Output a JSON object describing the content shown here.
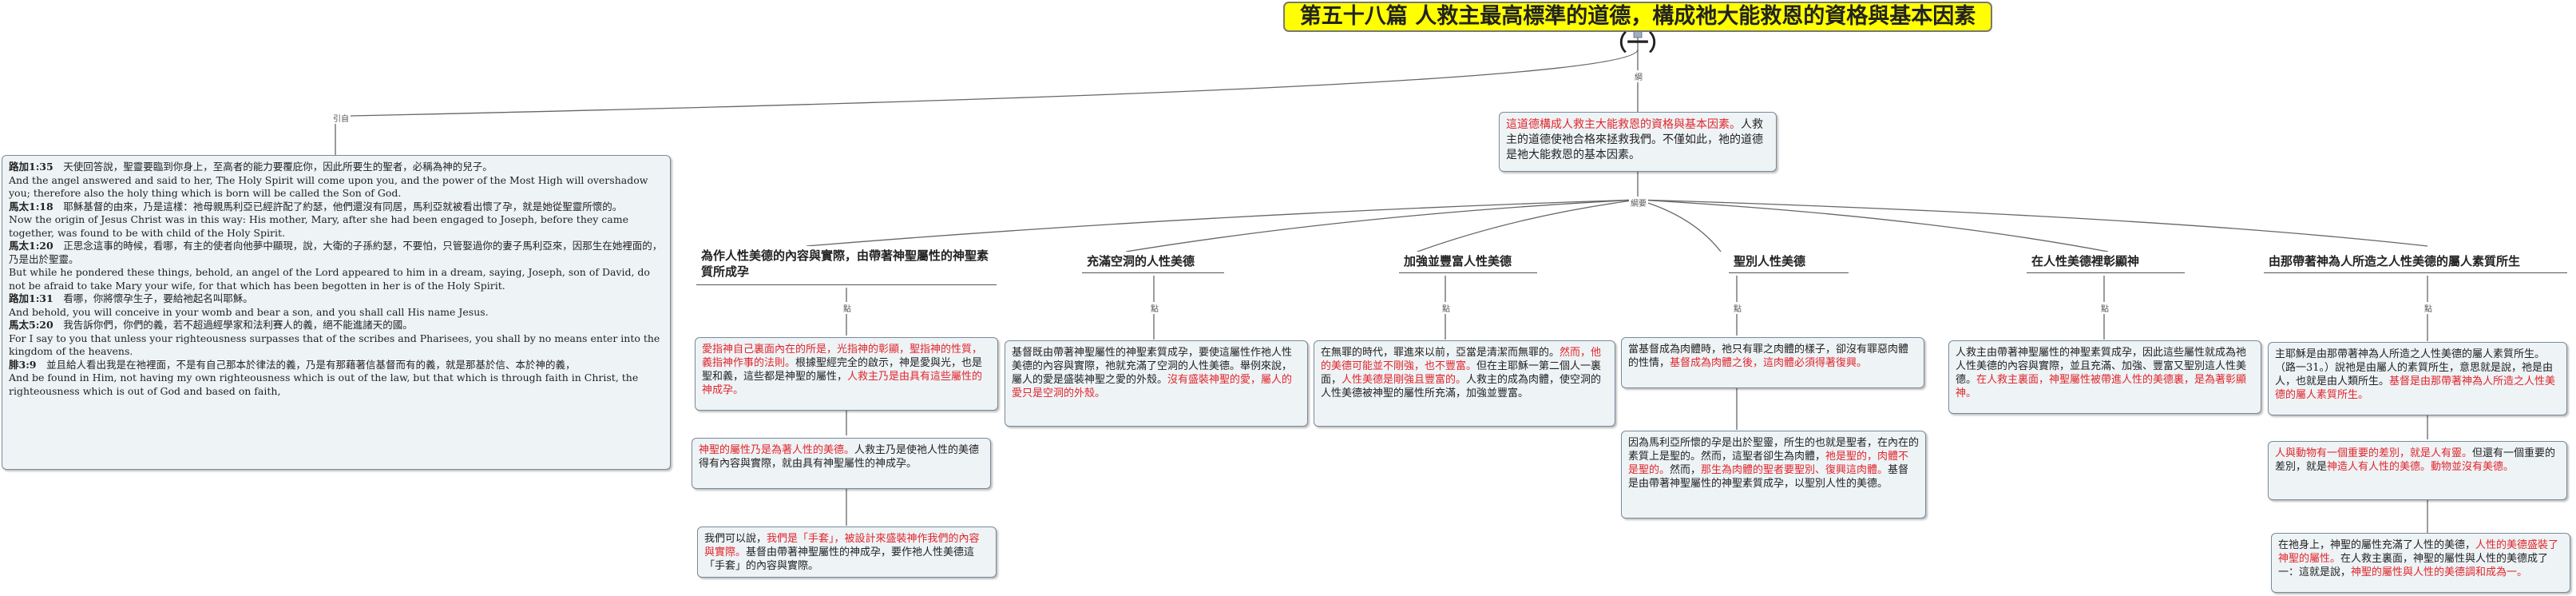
{
  "title": "第五十八篇 人救主最高標準的道德，構成祂大能救恩的資格與基本因素（一）",
  "edge_labels": {
    "cite": "引自",
    "outline": "綱",
    "main": "綱要",
    "point": "點"
  },
  "left_box": [
    {
      "ref": "路加1:35",
      "text": "　天使回答說，聖靈要臨到你身上，至高者的能力要覆庇你，因此所要生的聖者，必稱為神的兒子。"
    },
    {
      "ref": "",
      "text": "And the angel answered and said to her, The Holy Spirit will come upon you, and the power of the Most High will overshadow you; therefore also the holy thing which is born will be called the Son of God."
    },
    {
      "ref": "馬太1:18",
      "text": "　耶穌基督的由來，乃是這樣：祂母親馬利亞已經許配了約瑟，他們還沒有同居，馬利亞就被看出懷了孕，就是她從聖靈所懷的。"
    },
    {
      "ref": "",
      "text": "Now the origin of Jesus Christ was in this way: His mother, Mary, after she had been engaged to Joseph, before they came together, was found to be with child of the Holy Spirit."
    },
    {
      "ref": "馬太1:20",
      "text": "　正思念這事的時候，看哪，有主的使者向他夢中顯現，說，大衛的子孫約瑟，不要怕，只管娶過你的妻子馬利亞來，因那生在她裡面的，乃是出於聖靈。"
    },
    {
      "ref": "",
      "text": "But while he pondered these things, behold, an angel of the Lord appeared to him in a dream, saying, Joseph, son of David, do not be afraid to take Mary your wife, for that which has been begotten in her is of the Holy Spirit."
    },
    {
      "ref": "路加1:31",
      "text": "　看哪，你將懷孕生子，要給祂起名叫耶穌。"
    },
    {
      "ref": "",
      "text": "And behold, you will conceive in your womb and bear a son, and you shall call His name Jesus."
    },
    {
      "ref": "馬太5:20",
      "text": "　我告訴你們，你們的義，若不超過經學家和法利賽人的義，絕不能進諸天的國。"
    },
    {
      "ref": "",
      "text": "For I say to you that unless your righteousness surpasses that of the scribes and Pharisees, you shall by no means enter into the kingdom of the heavens."
    },
    {
      "ref": "腓3:9",
      "text": "　並且給人看出我是在祂裡面，不是有自己那本於律法的義，乃是有那藉著信基督而有的義，就是那基於信、本於神的義，"
    },
    {
      "ref": "",
      "text": "And be found in Him, not having my own righteousness which is out of the law, but that which is through faith in Christ, the righteousness which is out of God and based on faith,"
    }
  ],
  "center_box": {
    "red": "這道德構成人救主大能救恩的資格與基本因素。",
    "normal": "人救主的道德使祂合格來拯救我們。不僅如此，祂的道德是祂大能救恩的基本因素。"
  },
  "categories": [
    {
      "title": "為作人性美德的內容與實際，由帶著神聖屬性的神聖素質所成孕"
    },
    {
      "title": "充滿空洞的人性美德"
    },
    {
      "title": "加強並豐富人性美德"
    },
    {
      "title": "聖別人性美德"
    },
    {
      "title": "在人性美德裡彰顯神"
    },
    {
      "title": "由那帶著神為人所造之人性美德的屬人素質所生"
    }
  ],
  "cat1_box1": {
    "red1": "愛指神自己裏面內在的所是，光指神的彰顯，聖指神的性質，義指神作事的法則。",
    "normal1": "根據聖經完全的啟示，神是愛與光，也是聖和義，這些都是神聖的屬性，",
    "red2": "人救主乃是由具有這些屬性的神成孕。"
  },
  "cat1_box2": {
    "red": "神聖的屬性乃是為著人性的美德。",
    "normal": "人救主乃是使祂人性的美德得有內容與實際，就由具有神聖屬性的神成孕。"
  },
  "cat1_box3": {
    "normal1": "我們可以說，",
    "red": "我們是「手套」，被設計來盛裝神作我們的內容與實際。",
    "normal2": "基督由帶著神聖屬性的神成孕，要作祂人性美德這「手套」的內容與實際。"
  },
  "cat2_box": {
    "normal": "基督既由帶著神聖屬性的神聖素質成孕，要使這屬性作祂人性美德的內容與實際，祂就充滿了空洞的人性美德。舉例來說，屬人的愛是盛裝神聖之愛的外殼。",
    "red": "沒有盛裝神聖的愛，屬人的愛只是空洞的外殼。"
  },
  "cat3_box": {
    "normal1": "在無罪的時代，罪進來以前，亞當是清潔而無罪的。",
    "red": "然而，他的美德可能並不剛強，也不豐富。",
    "normal2": "但在主耶穌一第二個人一裏面，",
    "red2": "人性美德是剛強且豐富的。",
    "normal3": "人救主的成為肉體，使空洞的人性美德被神聖的屬性所充滿，加強並豐富。"
  },
  "cat4_box1": {
    "normal": "當基督成為肉體時，祂只有罪之肉體的樣子，卻沒有罪惡肉體的性情，",
    "red": "基督成為肉體之後，這肉體必須得著復興。"
  },
  "cat4_box2": {
    "normal1": "因為馬利亞所懷的孕是出於聖靈，所生的也就是聖者，在內在的素質上是聖的。然而，這聖者卻生為肉體，",
    "red1": "祂是聖的，肉體不是聖的。",
    "normal2": "然而，",
    "red2": "那生為肉體的聖者要聖別、復興這肉體。",
    "normal3": "基督是由帶著神聖屬性的神聖素質成孕，以聖別人性的美德。"
  },
  "cat5_box": {
    "normal": "人救主由帶著神聖屬性的神聖素質成孕，因此這些屬性就成為祂人性美德的內容與實際，並且充滿、加強、豐富又聖別這人性美德。",
    "red1": "在人救主裏面，神聖屬性被帶進人性的美德裏，是為著彰顯神。"
  },
  "cat6_box1": {
    "normal": "主耶穌是由那帶著神為人所造之人性美德的屬人素質所生。（路一31。）說祂是由屬人的素質所生，意思就是說，祂是由人，也就是由人類所生。",
    "red": "基督是由那帶著神為人所造之人性美德的屬人素質所生。"
  },
  "cat6_box2": {
    "red1": "人與動物有一個重要的差別，就是人有靈。",
    "normal": "但還有一個重要的差別，就是",
    "red2": "神造人有人性的美德。",
    "red3": "動物並沒有美德。"
  },
  "cat6_box3": {
    "normal1": "在祂身上，神聖的屬性充滿了人性的美德，",
    "red1": "人性的美德盛裝了神聖的屬性。",
    "normal2": "在人救主裏面，神聖的屬性與人性的美德成了一：這就是說，",
    "red2": "神聖的屬性與人性的美德調和成為一。"
  }
}
